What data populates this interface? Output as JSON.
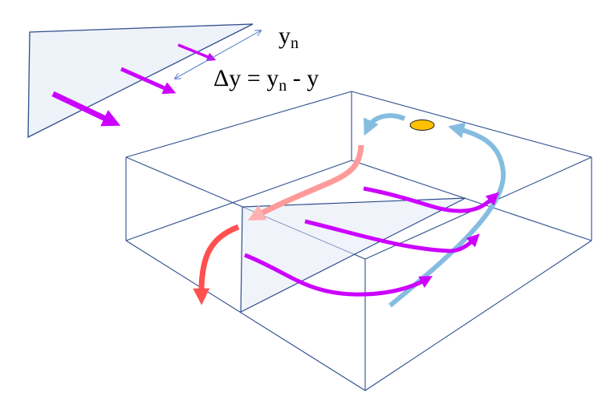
{
  "labels": {
    "yn_main": "y",
    "yn_sub": "n",
    "eq_delta": "Δy = y",
    "eq_sub": "n",
    "eq_rest": " - y"
  },
  "colors": {
    "edge": "#2f4f8f",
    "plane_fill": "#eef2f9",
    "flow": "#cc00ff",
    "upwelling": "#85bde0",
    "outflow_light": "#ff9a9a",
    "outflow": "#ff5050",
    "marker": "#ffc000"
  }
}
